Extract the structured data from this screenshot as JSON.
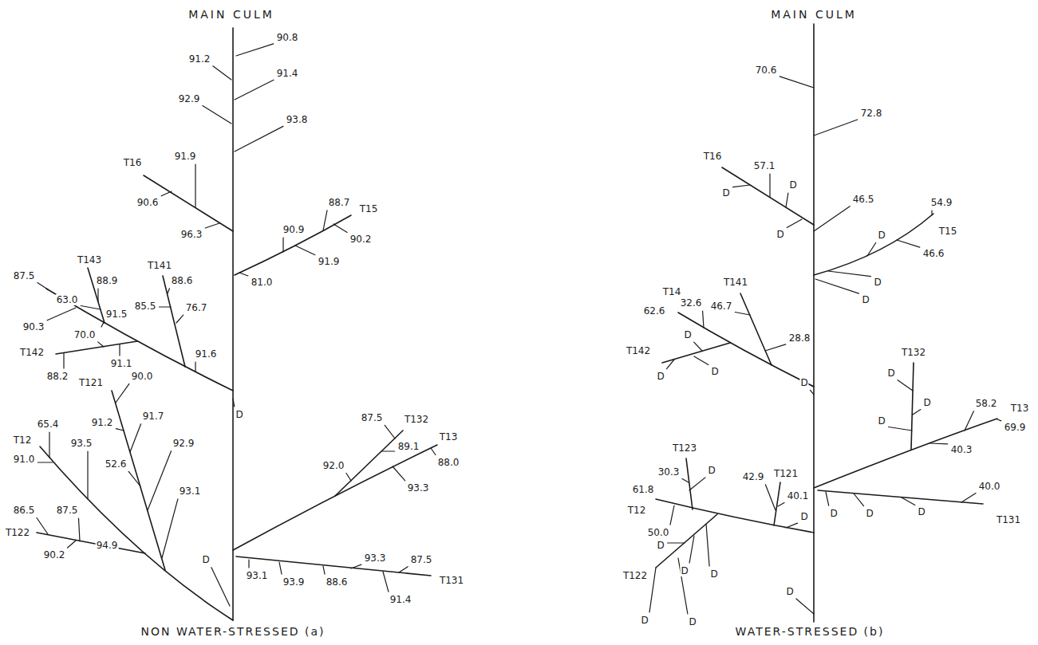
{
  "diagram": {
    "labels": [
      "MAIN CULM",
      "90.8",
      "91.2",
      "91.4",
      "92.9",
      "93.8",
      "T16",
      "91.9",
      "90.6",
      "96.3",
      "88.7",
      "T15",
      "90.9",
      "90.2",
      "91.9",
      "81.0",
      "87.5",
      "T143",
      "88.9",
      "63.0",
      "91.5",
      "T141",
      "88.6",
      "85.5",
      "76.7",
      "91.6",
      "90.3",
      "T142",
      "70.0",
      "91.1",
      "88.2",
      "D",
      "T121",
      "90.0",
      "91.2",
      "91.7",
      "65.4",
      "93.5",
      "52.6",
      "92.9",
      "T12",
      "91.0",
      "93.1",
      "86.5",
      "87.5",
      "T122",
      "90.2",
      "94.9",
      "D",
      "T132",
      "87.5",
      "89.1",
      "92.0",
      "T13",
      "88.0",
      "93.3",
      "93.1",
      "93.9",
      "88.6",
      "93.3",
      "87.5",
      "91.4",
      "T131",
      "NON WATER-STRESSED (a)",
      "MAIN CULM",
      "70.6",
      "72.8",
      "T16",
      "57.1",
      "D",
      "D",
      "D",
      "46.5",
      "54.9",
      "T15",
      "D",
      "46.6",
      "D",
      "D",
      "T14",
      "62.6",
      "32.6",
      "T141",
      "46.7",
      "28.8",
      "T142",
      "D",
      "D",
      "D",
      "D",
      "T132",
      "D",
      "D",
      "D",
      "58.2",
      "T13",
      "69.9",
      "40.3",
      "40.0",
      "T131",
      "D",
      "D",
      "D",
      "T123",
      "30.3",
      "D",
      "42.9",
      "T121",
      "40.1",
      "D",
      "61.8",
      "T12",
      "50.0",
      "D",
      "T122",
      "D",
      "D",
      "D",
      "D",
      "D",
      "WATER-STRESSED (b)"
    ]
  }
}
